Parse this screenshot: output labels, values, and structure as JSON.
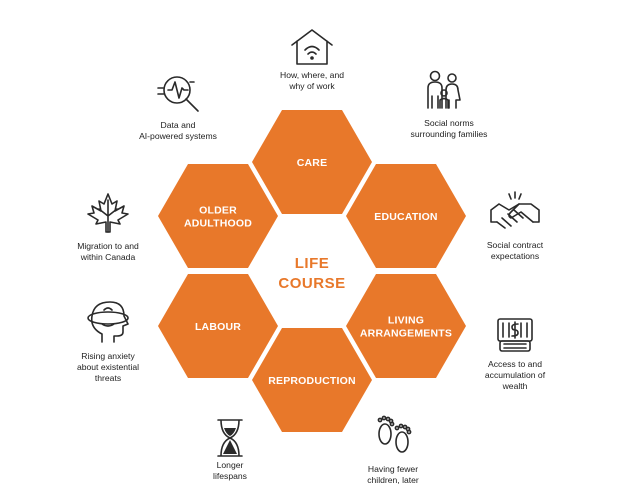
{
  "center": {
    "line1": "LIFE",
    "line2": "COURSE"
  },
  "colors": {
    "hexagon": "#e8782a",
    "center_text": "#e8782a",
    "icon": "#2a2a2a",
    "label": "#222222"
  },
  "hexagons": [
    {
      "id": "care",
      "lines": [
        "CARE"
      ]
    },
    {
      "id": "education",
      "lines": [
        "EDUCATION"
      ]
    },
    {
      "id": "living-arrangements",
      "lines": [
        "LIVING",
        "ARRANGEMENTS"
      ]
    },
    {
      "id": "reproduction",
      "lines": [
        "REPRODUCTION"
      ]
    },
    {
      "id": "labour",
      "lines": [
        "LABOUR"
      ]
    },
    {
      "id": "older-adulthood",
      "lines": [
        "OLDER",
        "ADULTHOOD"
      ]
    }
  ],
  "drivers": [
    {
      "id": "work",
      "icon": "house-wifi-icon",
      "lines": [
        "How, where, and",
        "why of work"
      ]
    },
    {
      "id": "families",
      "icon": "family-icon",
      "lines": [
        "Social norms",
        "surrounding families"
      ]
    },
    {
      "id": "social-contract",
      "icon": "handshake-icon",
      "lines": [
        "Social contract",
        "expectations"
      ]
    },
    {
      "id": "wealth",
      "icon": "money-icon",
      "lines": [
        "Access to and",
        "accumulation of",
        "wealth"
      ]
    },
    {
      "id": "fewer-children",
      "icon": "footprints-icon",
      "lines": [
        "Having fewer",
        "children, later"
      ]
    },
    {
      "id": "lifespans",
      "icon": "hourglass-icon",
      "lines": [
        "Longer",
        "lifespans"
      ]
    },
    {
      "id": "anxiety",
      "icon": "head-anxiety-icon",
      "lines": [
        "Rising anxiety",
        "about existential",
        "threats"
      ]
    },
    {
      "id": "migration",
      "icon": "maple-leaf-icon",
      "lines": [
        "Migration to and",
        "within Canada"
      ]
    },
    {
      "id": "data-ai",
      "icon": "magnifier-chart-icon",
      "lines": [
        "Data and",
        "AI-powered systems"
      ]
    }
  ]
}
